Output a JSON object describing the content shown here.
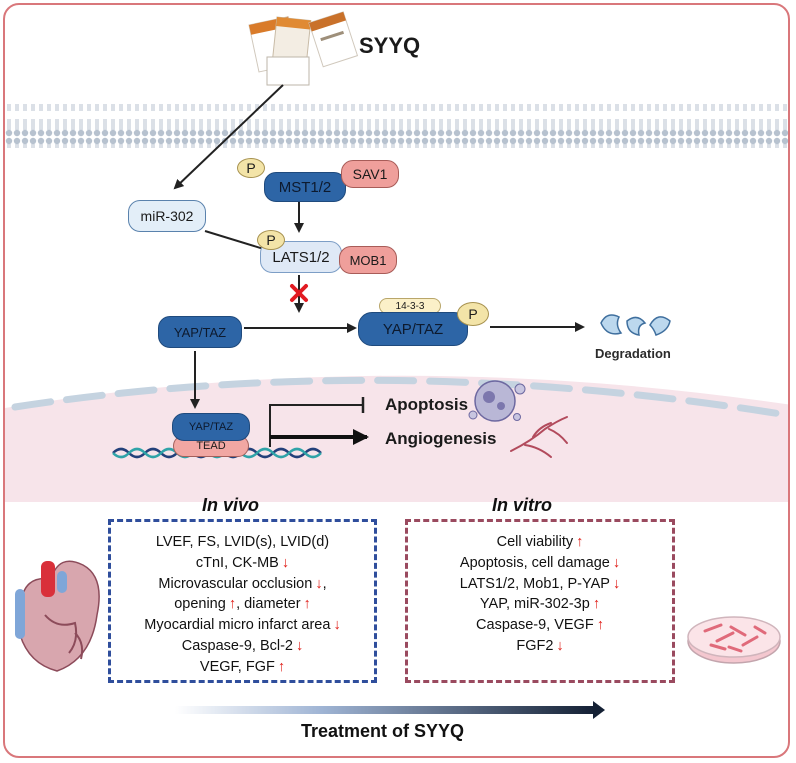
{
  "drug": {
    "name": "SYYQ"
  },
  "nodes": {
    "mir302": "miR-302",
    "mst12": "MST1/2",
    "sav1": "SAV1",
    "p": "P",
    "lats12": "LATS1/2",
    "mob1": "MOB1",
    "yaptaz": "YAP/TAZ",
    "p1433": "14-3-3",
    "degradation": "Degradation",
    "tead": "TEAD",
    "apoptosis": "Apoptosis",
    "angiogenesis": "Angiogenesis"
  },
  "arrows": {
    "up": "↑",
    "down": "↓"
  },
  "in_vivo": {
    "title": "In vivo",
    "l1": "LVEF, FS, LVID(s), LVID(d)",
    "l2": "cTnI, CK-MB",
    "l3a": "Microvascular occlusion",
    "l3b": ",",
    "l4a": "opening",
    "l4b": ", diameter",
    "l5": "Myocardial micro infarct area",
    "l6": "Caspase-9, Bcl-2",
    "l7": "VEGF, FGF"
  },
  "in_vitro": {
    "title": "In vitro",
    "l1": "Cell viability",
    "l2": "Apoptosis, cell damage",
    "l3": "LATS1/2, Mob1, P-YAP",
    "l4": "YAP, miR-302-3p",
    "l5": "Caspase-9, VEGF",
    "l6": "FGF2"
  },
  "treatment": {
    "label": "Treatment of SYYQ"
  },
  "colors": {
    "frame": "#d9777b",
    "in_vivo_border": "#2f4e9c",
    "in_vitro_border": "#9a4a5f",
    "arrow_red": "#e0201a",
    "protein_blue": "#2d65a6",
    "protein_pink": "#ef9f9b",
    "phospho_yellow": "#f3e4a8"
  }
}
